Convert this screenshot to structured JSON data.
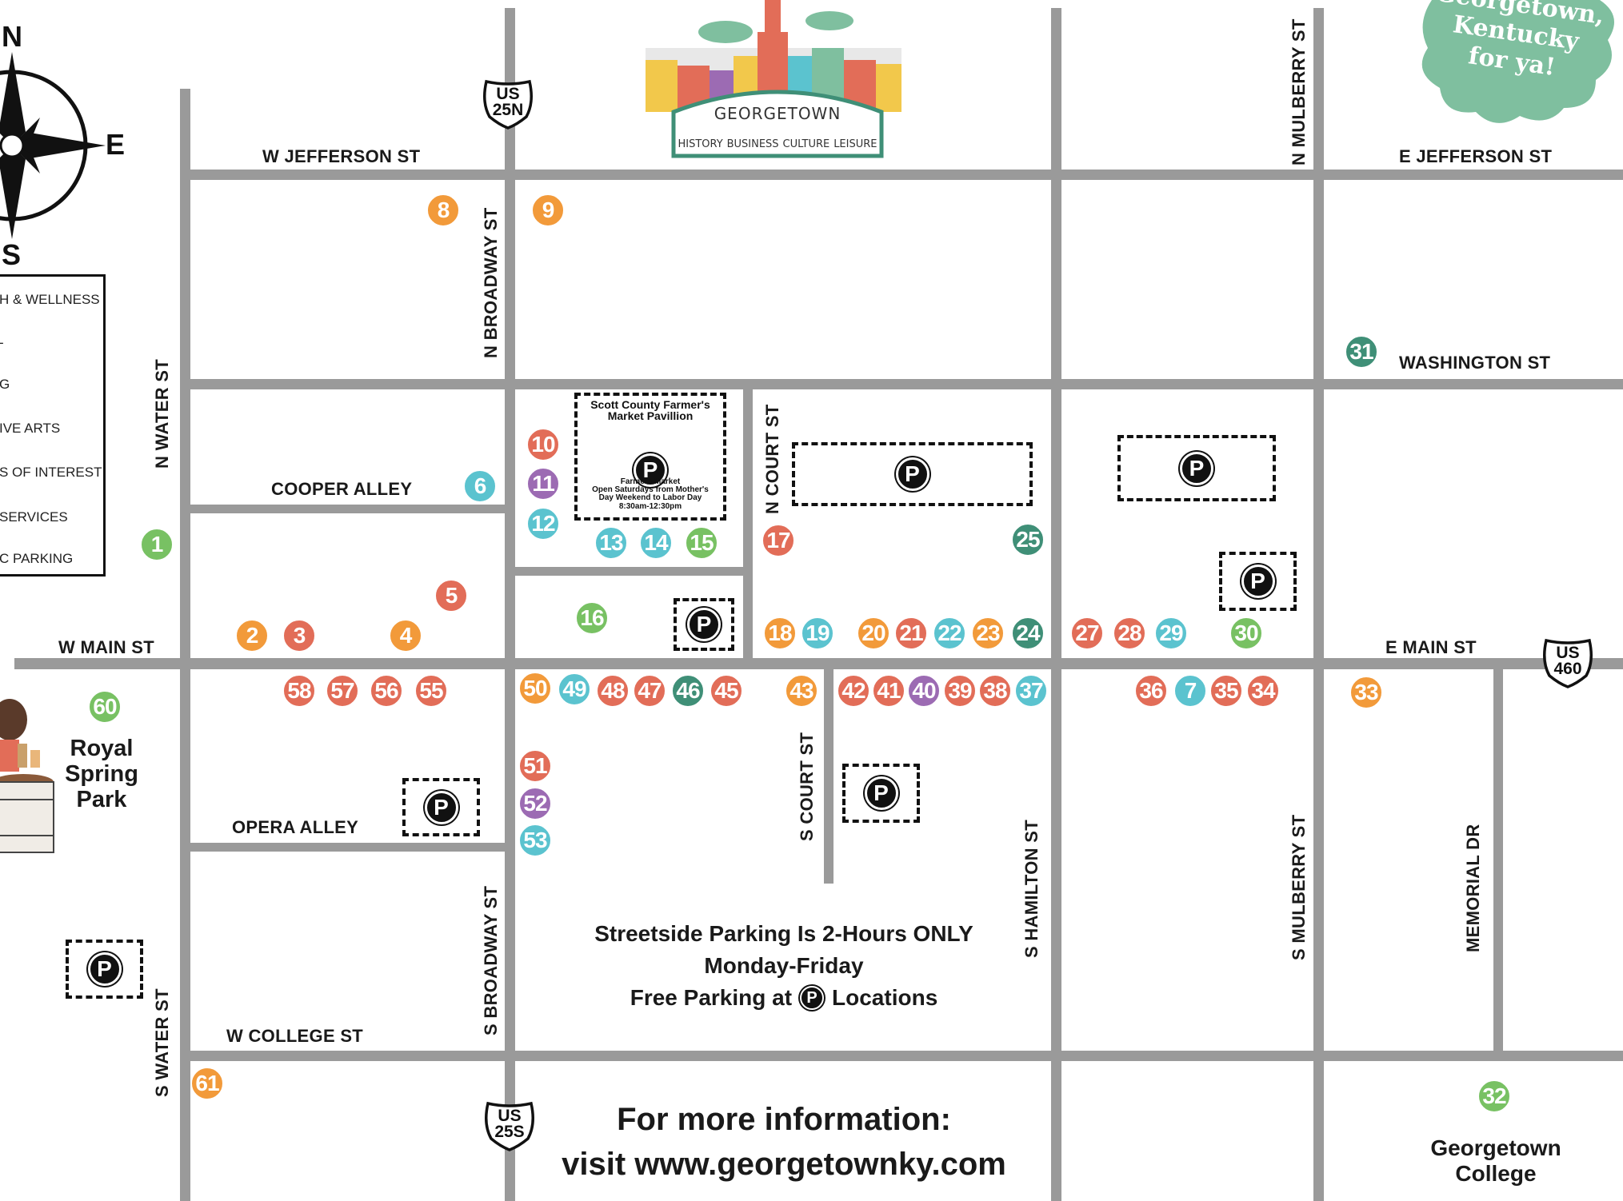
{
  "colors": {
    "road": "#9a9a9a",
    "dining": "#e26d58",
    "shopping": "#f29a3a",
    "wellness": "#5bc3cf",
    "arts": "#9c6bb3",
    "interest": "#78c163",
    "services": "#3f8f77",
    "badge_teal": "#7fbf9f"
  },
  "compass": {
    "north": "N",
    "east": "E",
    "south": "S"
  },
  "legend": [
    "H & WELLNESS",
    "-",
    "G",
    "IVE ARTS",
    "S OF INTEREST",
    " SERVICES",
    "C PARKING"
  ],
  "streets": {
    "w_jefferson": "W JEFFERSON ST",
    "e_jefferson": "E JEFFERSON ST",
    "washington": "WASHINGTON ST",
    "cooper_alley": "COOPER ALLEY",
    "w_main": "W MAIN ST",
    "e_main": "E MAIN ST",
    "opera_alley": "OPERA ALLEY",
    "w_college": "W COLLEGE ST",
    "n_water": "N WATER  ST",
    "s_water": "S WATER  ST",
    "n_broadway": "N BROADWAY ST",
    "s_broadway": "S BROADWAY ST",
    "n_court": "N COURT ST",
    "s_court": "S COURT ST",
    "s_hamilton": "S HAMILTON ST",
    "n_mulberry": "N MULBERRY ST",
    "s_mulberry": "S MULBERRY ST",
    "memorial": "MEMORIAL DR"
  },
  "routes": {
    "us25n": [
      "US",
      "25N"
    ],
    "us25s": [
      "US",
      "25S"
    ],
    "us460": [
      "US",
      "460"
    ]
  },
  "logo": {
    "name": "GEORGETOWN",
    "tagline": [
      "HISTORY",
      "BUSINESS",
      "CULTURE",
      "LEISURE"
    ]
  },
  "badge": {
    "lines": [
      "Georgetown,",
      "Kentucky",
      "for ya!"
    ]
  },
  "market": {
    "title": "Scott County Farmer's Market Pavillion",
    "sub_title": "Farmers Market",
    "sub_text": "Open Saturdays from Mother's Day Weekend to Labor Day",
    "hours": "8:30am-12:30pm"
  },
  "parking_symbol": "P",
  "parking_note": {
    "line1": "Streetside Parking Is 2-Hours ONLY",
    "line2": "Monday-Friday",
    "line3a": "Free Parking at",
    "line3b": "Locations"
  },
  "info": {
    "line1": "For more information:",
    "line2": "visit www.georgetownky.com"
  },
  "places": {
    "royal_spring": [
      "Royal",
      "Spring",
      "Park"
    ],
    "college": [
      "Georgetown",
      "College"
    ]
  },
  "pins": [
    {
      "n": "1",
      "c": "interest"
    },
    {
      "n": "2",
      "c": "shopping"
    },
    {
      "n": "3",
      "c": "dining"
    },
    {
      "n": "4",
      "c": "shopping"
    },
    {
      "n": "5",
      "c": "dining"
    },
    {
      "n": "6",
      "c": "wellness"
    },
    {
      "n": "7",
      "c": "wellness"
    },
    {
      "n": "8",
      "c": "shopping"
    },
    {
      "n": "9",
      "c": "shopping"
    },
    {
      "n": "10",
      "c": "dining"
    },
    {
      "n": "11",
      "c": "arts"
    },
    {
      "n": "12",
      "c": "wellness"
    },
    {
      "n": "13",
      "c": "wellness"
    },
    {
      "n": "14",
      "c": "wellness"
    },
    {
      "n": "15",
      "c": "interest"
    },
    {
      "n": "16",
      "c": "interest"
    },
    {
      "n": "17",
      "c": "dining"
    },
    {
      "n": "18",
      "c": "shopping"
    },
    {
      "n": "19",
      "c": "wellness"
    },
    {
      "n": "20",
      "c": "shopping"
    },
    {
      "n": "21",
      "c": "dining"
    },
    {
      "n": "22",
      "c": "wellness"
    },
    {
      "n": "23",
      "c": "shopping"
    },
    {
      "n": "24",
      "c": "services"
    },
    {
      "n": "25",
      "c": "services"
    },
    {
      "n": "27",
      "c": "dining"
    },
    {
      "n": "28",
      "c": "dining"
    },
    {
      "n": "29",
      "c": "wellness"
    },
    {
      "n": "30",
      "c": "interest"
    },
    {
      "n": "31",
      "c": "services"
    },
    {
      "n": "32",
      "c": "interest"
    },
    {
      "n": "33",
      "c": "shopping"
    },
    {
      "n": "34",
      "c": "dining"
    },
    {
      "n": "35",
      "c": "dining"
    },
    {
      "n": "36",
      "c": "dining"
    },
    {
      "n": "37",
      "c": "wellness"
    },
    {
      "n": "38",
      "c": "dining"
    },
    {
      "n": "39",
      "c": "dining"
    },
    {
      "n": "40",
      "c": "arts"
    },
    {
      "n": "41",
      "c": "dining"
    },
    {
      "n": "42",
      "c": "dining"
    },
    {
      "n": "43",
      "c": "shopping"
    },
    {
      "n": "45",
      "c": "dining"
    },
    {
      "n": "46",
      "c": "services"
    },
    {
      "n": "47",
      "c": "dining"
    },
    {
      "n": "48",
      "c": "dining"
    },
    {
      "n": "49",
      "c": "wellness"
    },
    {
      "n": "50",
      "c": "shopping"
    },
    {
      "n": "51",
      "c": "dining"
    },
    {
      "n": "52",
      "c": "arts"
    },
    {
      "n": "53",
      "c": "wellness"
    },
    {
      "n": "55",
      "c": "dining"
    },
    {
      "n": "56",
      "c": "dining"
    },
    {
      "n": "57",
      "c": "dining"
    },
    {
      "n": "58",
      "c": "dining"
    },
    {
      "n": "60",
      "c": "interest"
    },
    {
      "n": "61",
      "c": "shopping"
    }
  ]
}
